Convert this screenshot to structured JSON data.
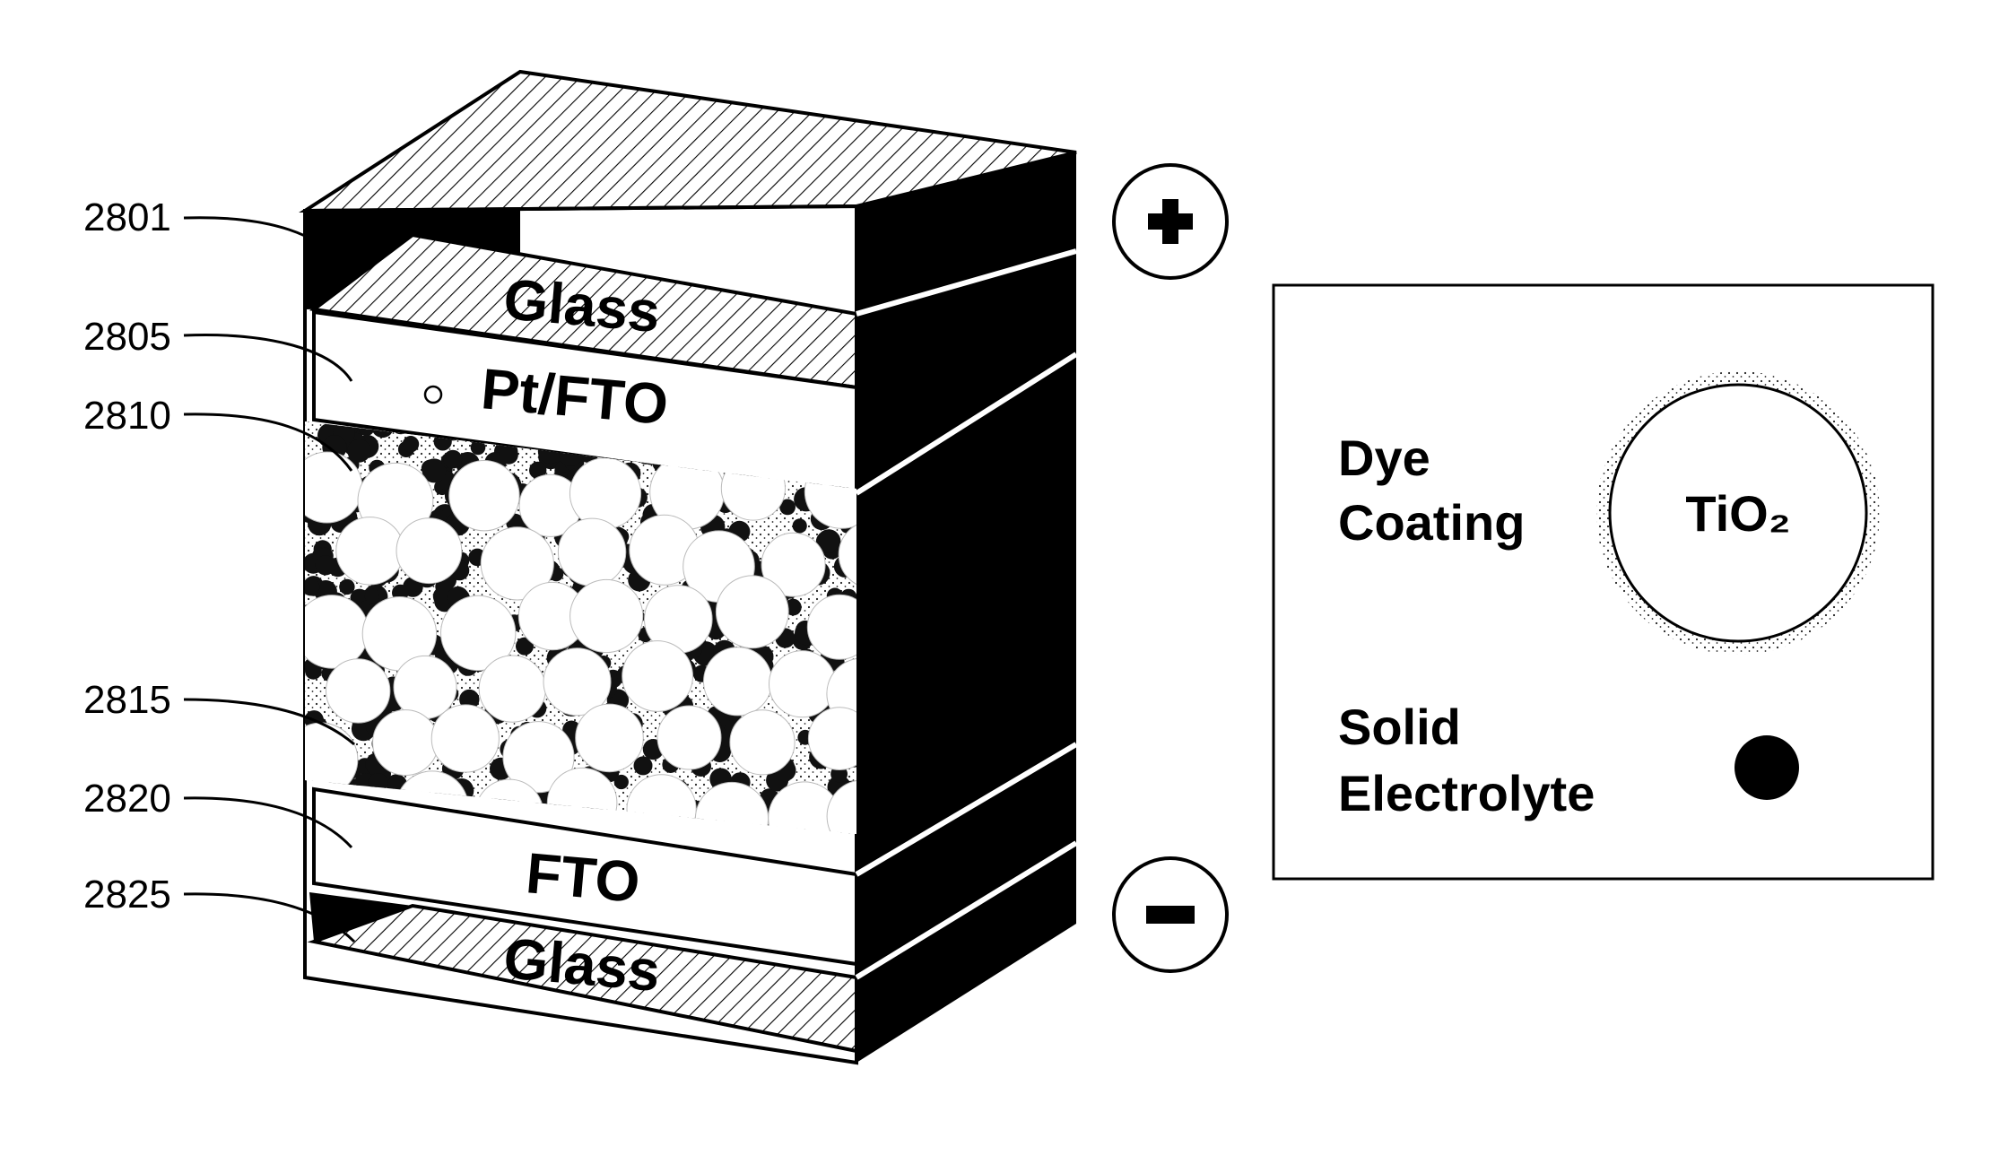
{
  "colors": {
    "ink": "#000000",
    "paper": "#ffffff",
    "dot": "#1a1a1a",
    "dye": "#555555"
  },
  "callouts": [
    {
      "id": "2801",
      "label": "2801"
    },
    {
      "id": "2805",
      "label": "2805"
    },
    {
      "id": "2810",
      "label": "2810"
    },
    {
      "id": "2815",
      "label": "2815"
    },
    {
      "id": "2820",
      "label": "2820"
    },
    {
      "id": "2825",
      "label": "2825"
    }
  ],
  "layers": {
    "glass_top": "Glass",
    "pt_fto": "Pt/FTO",
    "fto": "FTO",
    "glass_bottom": "Glass"
  },
  "terminals": {
    "positive": "+",
    "negative": "−"
  },
  "legend": {
    "dye_line1": "Dye",
    "dye_line2": "Coating",
    "tio2": "TiO₂",
    "solid_line1": "Solid",
    "solid_line2": "Electrolyte"
  },
  "icons": {
    "positive": "plus-icon",
    "negative": "minus-icon"
  }
}
